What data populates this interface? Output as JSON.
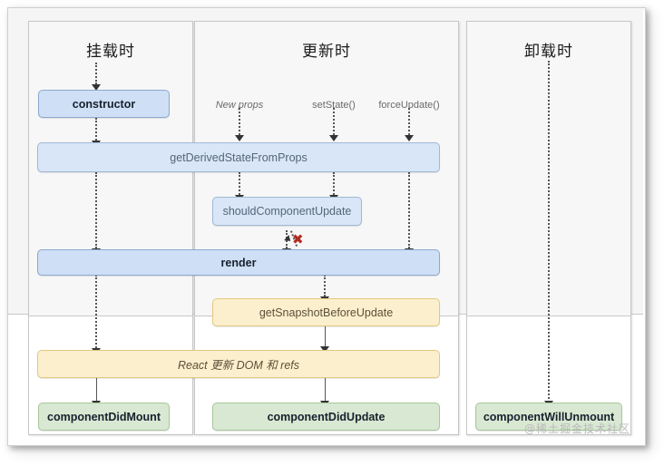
{
  "diagram": {
    "watermark": "@稀土掘金技术社区",
    "columns": [
      {
        "id": "mounting",
        "title": "挂载时"
      },
      {
        "id": "updating",
        "title": "更新时"
      },
      {
        "id": "unmounting",
        "title": "卸载时"
      }
    ],
    "triggers": [
      {
        "label": "New props",
        "style": "italic"
      },
      {
        "label": "setState()",
        "style": "normal"
      },
      {
        "label": "forceUpdate()",
        "style": "normal"
      }
    ],
    "nodes": {
      "constructor": "constructor",
      "get_derived_state_from_props": "getDerivedStateFromProps",
      "should_component_update": "shouldComponentUpdate",
      "render": "render",
      "get_snapshot_before_update": "getSnapshotBeforeUpdate",
      "react_updates_dom": "React 更新 DOM 和 refs",
      "component_did_mount": "componentDidMount",
      "component_did_update": "componentDidUpdate",
      "component_will_unmount": "componentWillUnmount"
    },
    "markers": {
      "false_branch": "✖"
    },
    "colors": {
      "blue_fill": "#cfdff5",
      "blue_border": "#8aa9cf",
      "blue_soft_fill": "#d9e6f7",
      "yellow_fill": "#fcefcd",
      "yellow_border": "#e3c97f",
      "green_fill": "#d8e8d2",
      "green_border": "#a8c79c",
      "panel_fill": "#f7f7f7",
      "phase_band": "#f5f5f5",
      "red_x": "#b32a1f",
      "watermark": "#b9b9b9"
    }
  }
}
